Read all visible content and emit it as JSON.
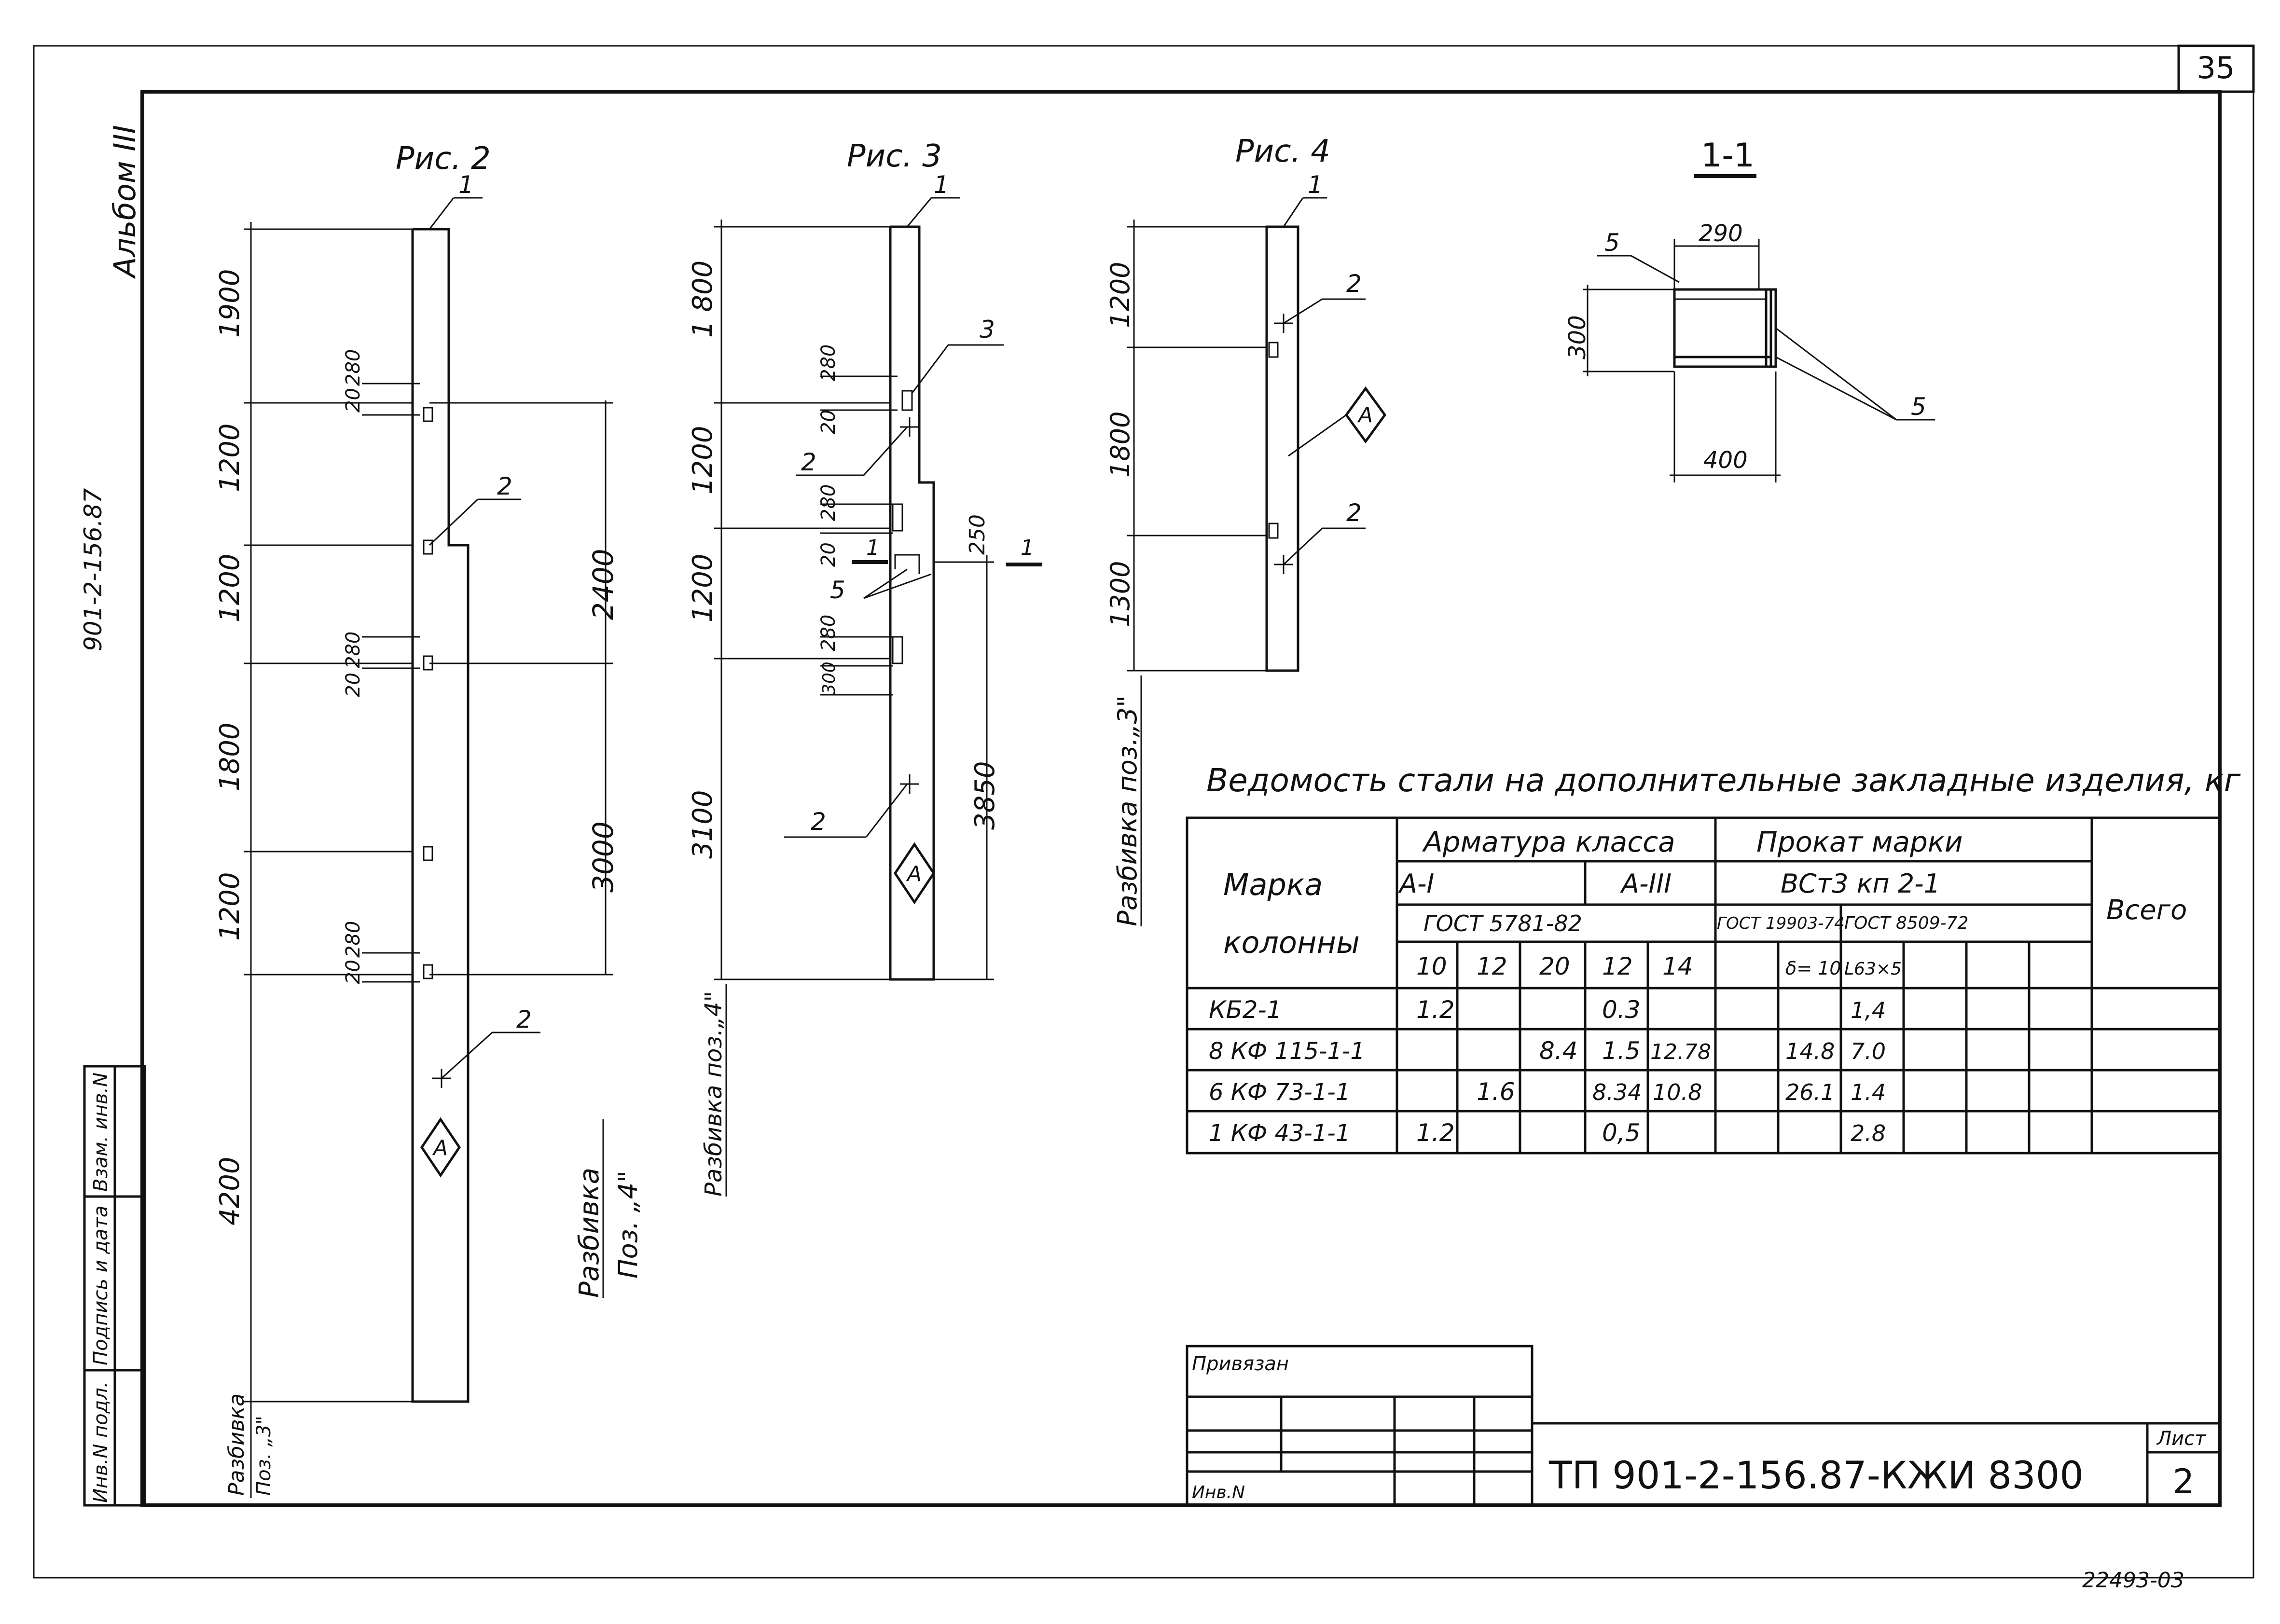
{
  "sheet_corner_number": "35",
  "album_label": "Альбом III",
  "side_code": "901-2-156.87",
  "figures": {
    "fig2": {
      "title": "Рис. 2",
      "left_dims": [
        "1900",
        "1200",
        "1200",
        "1800",
        "1200",
        "4200"
      ],
      "right_dims": [
        "2400",
        "3000"
      ],
      "small_dims": [
        "20",
        "280"
      ],
      "leaders": [
        "1",
        "2",
        "2"
      ],
      "marking": "Разбивка",
      "marking_pos": "Поз. „4\"",
      "bottom_marking": "Разбивка",
      "bottom_marking_pos": "Поз. „3\""
    },
    "fig3": {
      "title": "Рис. 3",
      "left_dims": [
        "1 800",
        "1200",
        "1200",
        "3100"
      ],
      "right_dims": [
        "250",
        "3850"
      ],
      "small_dims": [
        "280",
        "20",
        "300"
      ],
      "leaders": [
        "1",
        "3",
        "2",
        "5",
        "2"
      ],
      "section_mark": "1",
      "bottom_marking": "Разбивка поз.„4\""
    },
    "fig4": {
      "title": "Рис. 4",
      "left_dims": [
        "1200",
        "1800",
        "1300"
      ],
      "leaders": [
        "1",
        "2",
        "2"
      ],
      "bottom_marking": "Разбивка поз.„3\""
    },
    "section": {
      "title": "1-1",
      "dims": [
        "290",
        "300",
        "400"
      ],
      "leaders": [
        "5",
        "5"
      ]
    },
    "mark_letter": "А"
  },
  "table": {
    "title": "Ведомость стали на дополнительные закладные изделия, кг",
    "header": {
      "mark_col": [
        "Марка",
        "колонны"
      ],
      "armature_class": "Арматура класса",
      "a1": "А-I",
      "a3": "А-III",
      "gost_a": "ГОСТ 5781-82",
      "prokat": "Прокат марки",
      "vst": "ВСт3 кп 2-1",
      "gost_b": "ГОСТ 19903-74",
      "gost_c": "ГОСТ 8509-72",
      "total": "Всего",
      "sub": [
        "10",
        "12",
        "20",
        "12",
        "14",
        "δ= 10",
        "L63×5"
      ]
    },
    "rows": [
      {
        "mark": "КБ2-1",
        "c10": "1.2",
        "c12": "",
        "c20": "",
        "d12": "0.3",
        "d14": "",
        "p10": "",
        "l63": "1,4"
      },
      {
        "mark": "8 КФ 115-1-1",
        "c10": "",
        "c12": "",
        "c20": "8.4",
        "d12": "1.5",
        "d14": "12.78",
        "p10": "14.8",
        "l63": "7.0"
      },
      {
        "mark": "6 КФ 73-1-1",
        "c10": "",
        "c12": "1.6",
        "c20": "",
        "d12": "8.34",
        "d14": "10.8",
        "p10": "26.1",
        "l63": "1.4"
      },
      {
        "mark": "1 КФ 43-1-1",
        "c10": "1.2",
        "c12": "",
        "c20": "",
        "d12": "0,5",
        "d14": "",
        "p10": "",
        "l63": "2.8"
      }
    ]
  },
  "stamp": {
    "privyazan": "Привязан",
    "inv": "Инв.N",
    "doc_code": "ТП 901-2-156.87-КЖИ 8300",
    "sheet_label": "Лист",
    "sheet_num": "2"
  },
  "left_strip": [
    "Инв.N подл.",
    "Подпись и дата",
    "Взам. инв.N"
  ],
  "bottom_code": "22493-03"
}
